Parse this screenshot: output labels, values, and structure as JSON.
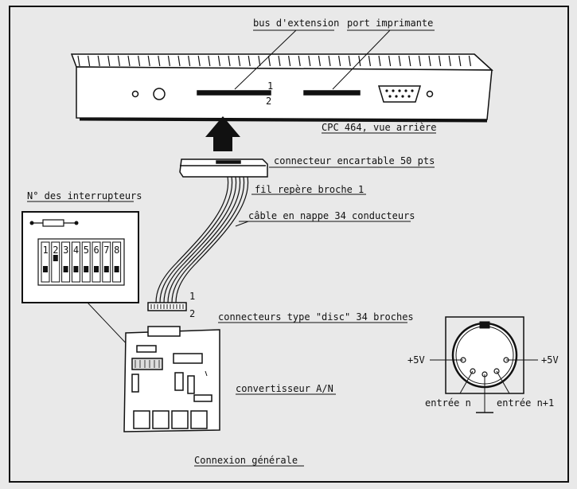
{
  "labels": {
    "bus": "bus d'extension",
    "port": "port imprimante",
    "cpc": "CPC 464, vue arrière",
    "connector50": "connecteur encartable 50 pts",
    "fil": "fil repère broche 1",
    "cable": "câble en nappe 34 conducteurs",
    "interrupteurs_title": "N° des interrupteurs",
    "disc": "connecteurs type \"disc\" 34 broches",
    "convert": "convertisseur A/N",
    "general": "Connexion générale",
    "plus5v_left": "+5V",
    "plus5v_right": "+5V",
    "entree_n": "entrée n",
    "entree_n1": "entrée n+1",
    "pin1_top": "1",
    "pin2_top": "2",
    "pin1_bottom": "1",
    "pin2_bottom": "2",
    "switch_numbers": [
      "1",
      "2",
      "3",
      "4",
      "5",
      "6",
      "7",
      "8"
    ]
  },
  "colors": {
    "ink": "#111111",
    "paper": "#e9e9e9",
    "panel": "#ffffff"
  }
}
